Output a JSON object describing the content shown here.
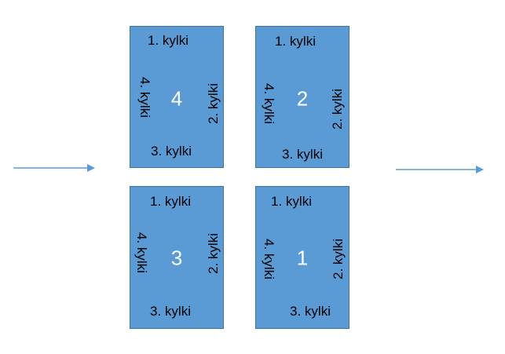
{
  "colors": {
    "panel_fill": "#5b9bd5",
    "panel_border": "#41719c",
    "arrow": "#5b9bd5",
    "number": "#ffffff"
  },
  "panels": [
    {
      "number": "4",
      "top": "1. kylki",
      "right": "2. kylki",
      "bottom": "3. kylki",
      "left": "4. kylki"
    },
    {
      "number": "2",
      "top": "1. kylki",
      "right": "2. kylki",
      "bottom": "3. kylki",
      "left": "4. kylki"
    },
    {
      "number": "3",
      "top": "1. kylki",
      "right": "2. kylki",
      "bottom": "3. kylki",
      "left": "4. kylki"
    },
    {
      "number": "1",
      "top": "1. kylki",
      "right": "2. kylki",
      "bottom": "3. kylki",
      "left": "4. kylki"
    }
  ]
}
